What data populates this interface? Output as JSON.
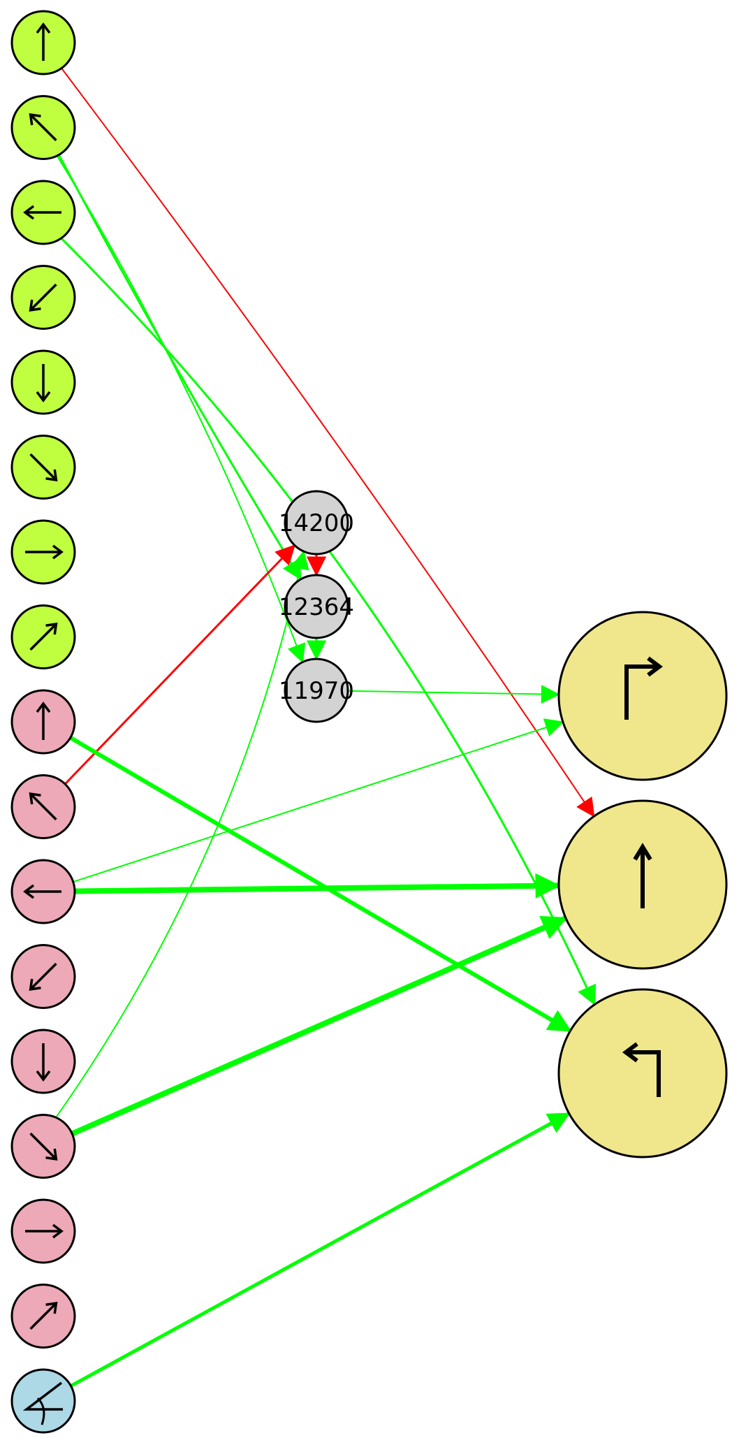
{
  "diagram": {
    "nodes": [
      {
        "id": "g_up",
        "group": "input-green",
        "icon": "arrow-up-icon",
        "dir": "n"
      },
      {
        "id": "g_upleft",
        "group": "input-green",
        "icon": "arrow-up-left-icon",
        "dir": "nw"
      },
      {
        "id": "g_left",
        "group": "input-green",
        "icon": "arrow-left-icon",
        "dir": "w"
      },
      {
        "id": "g_downleft",
        "group": "input-green",
        "icon": "arrow-down-left-icon",
        "dir": "sw"
      },
      {
        "id": "g_down",
        "group": "input-green",
        "icon": "arrow-down-icon",
        "dir": "s"
      },
      {
        "id": "g_downright",
        "group": "input-green",
        "icon": "arrow-down-right-icon",
        "dir": "se"
      },
      {
        "id": "g_right",
        "group": "input-green",
        "icon": "arrow-right-icon",
        "dir": "e"
      },
      {
        "id": "g_upright",
        "group": "input-green",
        "icon": "arrow-up-right-icon",
        "dir": "ne"
      },
      {
        "id": "p_up",
        "group": "input-pink",
        "icon": "arrow-up-icon",
        "dir": "n"
      },
      {
        "id": "p_upleft",
        "group": "input-pink",
        "icon": "arrow-up-left-icon",
        "dir": "nw"
      },
      {
        "id": "p_left",
        "group": "input-pink",
        "icon": "arrow-left-icon",
        "dir": "w"
      },
      {
        "id": "p_downleft",
        "group": "input-pink",
        "icon": "arrow-down-left-icon",
        "dir": "sw"
      },
      {
        "id": "p_down",
        "group": "input-pink",
        "icon": "arrow-down-icon",
        "dir": "s"
      },
      {
        "id": "p_downright",
        "group": "input-pink",
        "icon": "arrow-down-right-icon",
        "dir": "se"
      },
      {
        "id": "p_right",
        "group": "input-pink",
        "icon": "arrow-right-icon",
        "dir": "e"
      },
      {
        "id": "p_upright",
        "group": "input-pink",
        "icon": "arrow-up-right-icon",
        "dir": "ne"
      },
      {
        "id": "b_angle",
        "group": "input-blue",
        "icon": "angle-icon",
        "dir": "angle"
      },
      {
        "id": "h14200",
        "group": "hidden",
        "label": "14200"
      },
      {
        "id": "h12364",
        "group": "hidden",
        "label": "12364"
      },
      {
        "id": "h11970",
        "group": "hidden",
        "label": "11970"
      },
      {
        "id": "o_right",
        "group": "output",
        "icon": "turn-right-icon",
        "dir": "turn-right"
      },
      {
        "id": "o_straight",
        "group": "output",
        "icon": "straight-up-icon",
        "dir": "straight"
      },
      {
        "id": "o_left",
        "group": "output",
        "icon": "turn-left-icon",
        "dir": "turn-left"
      }
    ],
    "edges": [
      {
        "from": "g_up",
        "to": "o_straight",
        "color": "red",
        "weight": 2
      },
      {
        "from": "g_upleft",
        "to": "h12364",
        "color": "green",
        "weight": 3
      },
      {
        "from": "g_upleft",
        "to": "h11970",
        "color": "green",
        "weight": 2
      },
      {
        "from": "g_left",
        "to": "o_left",
        "color": "green",
        "weight": 3
      },
      {
        "from": "p_upleft",
        "to": "h14200",
        "color": "red",
        "weight": 3
      },
      {
        "from": "p_downright",
        "to": "h14200",
        "color": "green",
        "weight": 2
      },
      {
        "from": "h14200",
        "to": "h12364",
        "color": "red",
        "weight": 3
      },
      {
        "from": "h12364",
        "to": "h11970",
        "color": "green",
        "weight": 3
      },
      {
        "from": "h11970",
        "to": "o_right",
        "color": "green",
        "weight": 2
      },
      {
        "from": "p_left",
        "to": "o_right",
        "color": "green",
        "weight": 2
      },
      {
        "from": "p_left",
        "to": "o_straight",
        "color": "green",
        "weight": 8
      },
      {
        "from": "p_up",
        "to": "o_left",
        "color": "green",
        "weight": 6
      },
      {
        "from": "p_downright",
        "to": "o_straight",
        "color": "green",
        "weight": 8
      },
      {
        "from": "b_angle",
        "to": "o_left",
        "color": "green",
        "weight": 5
      }
    ],
    "colors": {
      "input-green": "#bfff3f",
      "input-pink": "#eda9b7",
      "input-blue": "#add8e6",
      "hidden": "#d3d3d3",
      "output": "#f0e68c",
      "green": "#00ff00",
      "red": "#ff0000"
    }
  }
}
